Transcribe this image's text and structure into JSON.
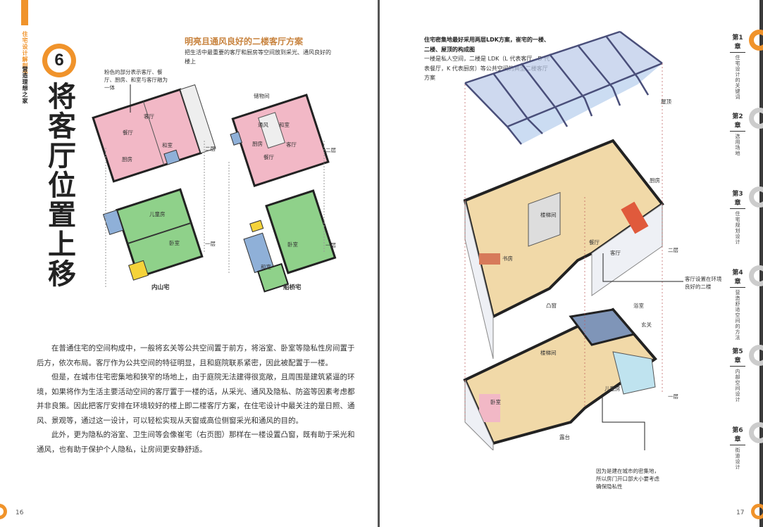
{
  "left_page": {
    "running_head": {
      "series": "住宅设计解剖书",
      "book": "营造理想之家"
    },
    "chapter_number": "6",
    "title": "将客厅位置上移",
    "section_title": "明亮且通风良好的二楼客厅方案",
    "section_desc": "把生活中最重要的客厅和厨房等空间放到采光、通风良好的楼上",
    "diagram_note": "粉色的部分表示客厅、餐厅、厨房、和室与客厅融为一体",
    "plans": [
      {
        "name": "内山宅",
        "upper_floor": "二层",
        "lower_floor": "一层",
        "upper_rooms": [
          "客厅",
          "餐厅",
          "和室",
          "厨房"
        ],
        "lower_rooms": [
          "儿童房",
          "卧室"
        ]
      },
      {
        "name": "船桥宅",
        "upper_floor": "二层",
        "lower_floor": "一层",
        "upper_rooms": [
          "储物间",
          "通风",
          "和室",
          "厨房",
          "客厅",
          "餐厅"
        ],
        "lower_rooms": [
          "卧室",
          "和室"
        ]
      }
    ],
    "body": [
      "在普通住宅的空间构成中，一般将玄关等公共空间置于前方，将浴室、卧室等隐私性房间置于后方，依次布局。客厅作为公共空间的特征明显，且和庭院联系紧密，因此被配置于一楼。",
      "但是，在城市住宅密集地和狭窄的场地上，由于庭院无法建得很宽敞，且周围是建筑紧逼的环境，如果将作为生活主要活动空间的客厅置于一楼的话，从采光、通风及隐私、防盗等因素考虑都并非良策。因此把客厅安排在环境较好的楼上即二楼客厅方案，在住宅设计中最关注的是日照、通风、景观等，通过这一设计，可以轻松实现从天窗或高位侧窗采光和通风的目的。",
      "此外，更为隐私的浴室、卫生间等会像崔宅（右页图）那样在一楼设置凸窗，既有助于采光和通风，也有助于保护个人隐私，让房间更安静舒适。"
    ],
    "page_number": "16"
  },
  "right_page": {
    "caption_bold": "住宅密集地最好采用两层LDK方案，崔宅的一楼、二楼、屋顶的构成图",
    "caption": "一楼是私人空间，二楼是 LDK（L 代表客厅，D 代表餐厅，K 代表厨房）等公共空间的典型二楼客厅方案",
    "labels": {
      "roof": "屋顶",
      "kitchen": "厨房",
      "stair_upper": "楼梯间",
      "study": "书房",
      "dining": "餐厅",
      "living": "客厅",
      "floor2": "二层",
      "bay_window": "凸窗",
      "bath": "浴室",
      "entrance": "玄关",
      "stair_lower": "楼梯间",
      "bedroom": "卧室",
      "kids_room": "儿童房",
      "floor1": "一层",
      "terrace": "露台"
    },
    "callout_living": "客厅设置在环境良好的二楼",
    "callout_privacy": "因为是建在城市的密集地，所以房门开口部大小要考虑确保隐私性",
    "page_number": "17"
  },
  "chapters": [
    {
      "no": "第1章",
      "title": "住宅设计的关键词",
      "active": true
    },
    {
      "no": "第2章",
      "title": "选用场地",
      "active": false
    },
    {
      "no": "第3章",
      "title": "住宅规划设计",
      "active": false
    },
    {
      "no": "第4章",
      "title": "营造舒适空间的方法",
      "active": false
    },
    {
      "no": "第5章",
      "title": "内部空间设计",
      "active": false
    },
    {
      "no": "第6章",
      "title": "街道设计",
      "active": false
    }
  ],
  "colors": {
    "accent": "#f0932b",
    "heading": "#c8833e",
    "pink_room": "#f2b8c6",
    "green_room": "#8fd18a",
    "blue_room": "#8fb0d8",
    "yellow_room": "#f5d33a"
  }
}
